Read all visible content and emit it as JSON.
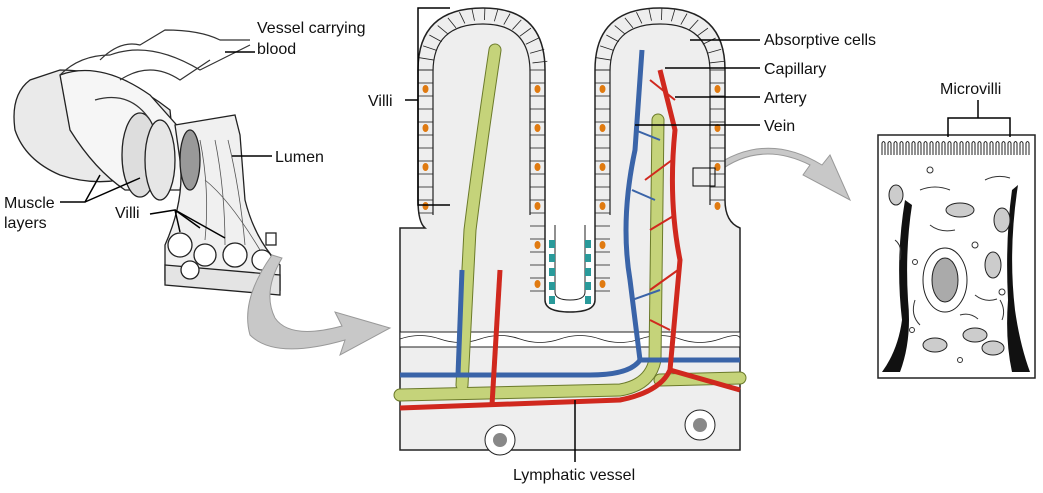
{
  "labels": {
    "vessel_carrying_blood_1": "Vessel carrying",
    "vessel_carrying_blood_2": "blood",
    "lumen": "Lumen",
    "muscle_layers_1": "Muscle",
    "muscle_layers_2": "layers",
    "villi_left": "Villi",
    "villi_center": "Villi",
    "absorptive_cells": "Absorptive cells",
    "capillary": "Capillary",
    "artery": "Artery",
    "vein": "Vein",
    "microvilli": "Microvilli",
    "lymphatic_vessel": "Lymphatic vessel"
  },
  "colors": {
    "artery": "#d0281e",
    "vein": "#3a64a8",
    "lymphatic": "#c5d37a",
    "tissue": "#eeeeee",
    "arrow": "#c8c8c8",
    "nuclei": "#e07a10",
    "crypt_cells": "#2a9a9a"
  }
}
